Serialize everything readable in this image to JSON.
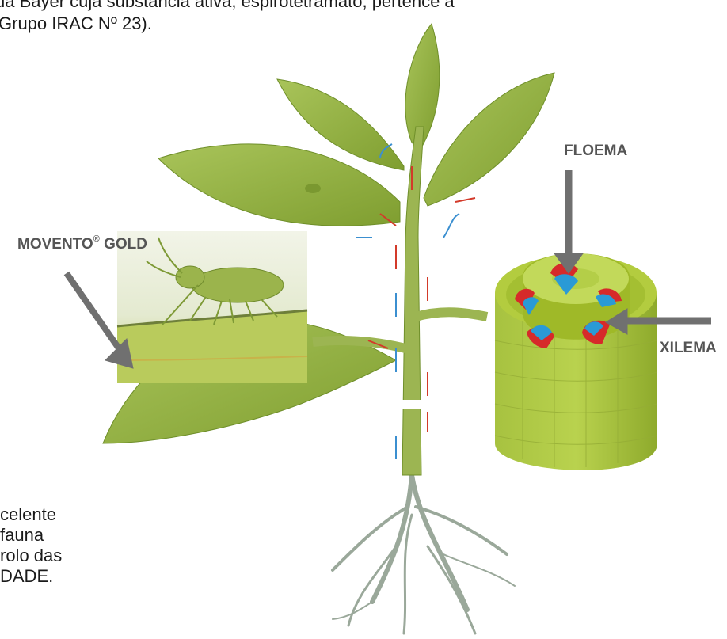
{
  "top_text": {
    "line1": "da Bayer cuja substância ativa, espirotetramato, pertence a",
    "line2": "Grupo IRAC Nº 23)."
  },
  "left_text": {
    "line1": "celente",
    "line2": "fauna",
    "line3": "rolo das",
    "line4": "DADE."
  },
  "labels": {
    "movento": "MOVENTO",
    "movento_reg": "®",
    "movento_suffix": " GOLD",
    "floema": "FLOEMA",
    "xilema": "XILEMA"
  },
  "colors": {
    "leaf": "#8fae3c",
    "leaf_dark": "#6f8f2a",
    "stem": "#9cb552",
    "arrow_gray": "#707070",
    "phloem": "#d62a2a",
    "xylem": "#2a9ad6",
    "flow_blue": "#3b8fd0",
    "flow_red": "#d33a2a"
  }
}
